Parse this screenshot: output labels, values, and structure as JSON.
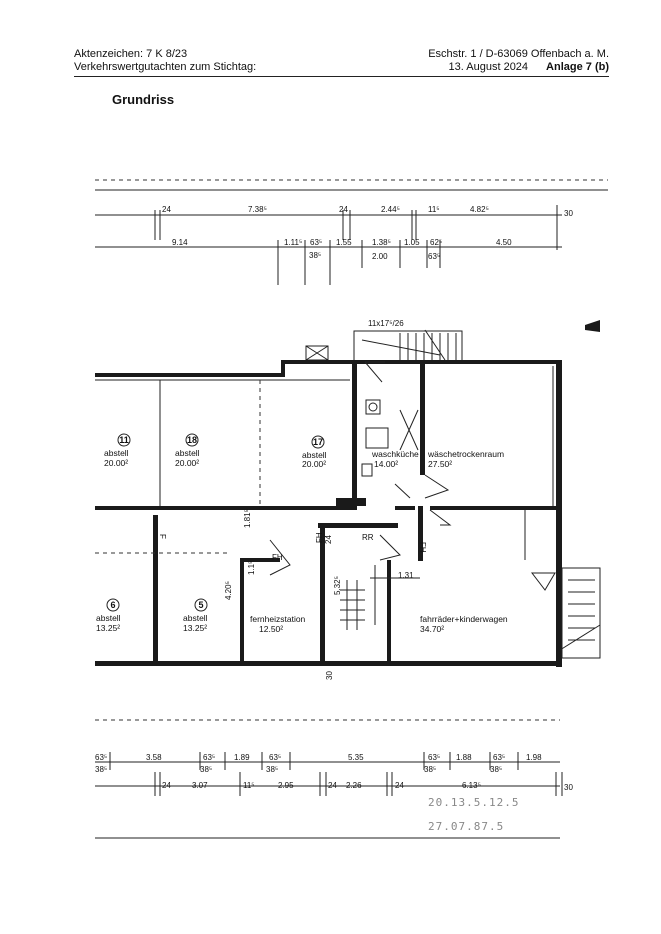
{
  "header": {
    "case_number": "Aktenzeichen: 7 K 8/23",
    "report_title": "Verkehrswertgutachten zum Stichtag:",
    "address": "Eschstr. 1 / D-63069 Offenbach a. M.",
    "date": "13. August 2024",
    "annex": "Anlage 7 (b)"
  },
  "section_title": "Grundriss",
  "rooms": [
    {
      "num": "11",
      "name": "abstell",
      "area": "20.00²"
    },
    {
      "num": "18",
      "name": "abstell",
      "area": "20.00²"
    },
    {
      "num": "17",
      "name": "abstell",
      "area": "20.00²"
    },
    {
      "num": "",
      "name": "waschküche",
      "area": "14.00²"
    },
    {
      "num": "",
      "name": "wäschetrockenraum",
      "area": "27.50²"
    },
    {
      "num": "6",
      "name": "abstell",
      "area": "13.25²"
    },
    {
      "num": "5",
      "name": "abstell",
      "area": "13.25²"
    },
    {
      "num": "",
      "name": "fernheizstation",
      "area": "12.50²"
    },
    {
      "num": "",
      "name": "fahrräder+kinderwagen",
      "area": "34.70²"
    }
  ],
  "stair_label": "11x17⁵/26",
  "symbols": {
    "fh1": "FH",
    "fh2": "FH",
    "fh3": "FH",
    "rr": "RR",
    "f": "F"
  },
  "inner_dims": {
    "d1": "1.81⁵",
    "d2": "1.31",
    "d3": "5.32⁵",
    "d4": "4.20⁵",
    "d5": "1.1⁵",
    "d6": "24",
    "d7": "30"
  },
  "top_dims_row1": [
    "24",
    "7.38⁵",
    "24",
    "2.44⁵",
    "11⁵",
    "4.82⁵",
    "30"
  ],
  "top_dims_row2": [
    "9.14",
    "1.11⁵",
    "63⁵",
    "1.55",
    "1.38⁵",
    "1.05",
    "62⁵",
    "4.50"
  ],
  "top_dims_row3": [
    "38⁵",
    "2.00",
    "63⁵"
  ],
  "bottom_dims_row1": [
    "63⁵",
    "3.58",
    "63⁵",
    "1.89",
    "63⁵",
    "5.35",
    "63⁵",
    "1.88",
    "63⁵",
    "1.98"
  ],
  "bottom_dims_row1b": [
    "38⁵",
    "38⁵",
    "38⁵",
    "38⁵",
    "38⁵"
  ],
  "bottom_dims_row2": [
    "24",
    "3.07",
    "11⁵",
    "2.95",
    "24",
    "2.26",
    "24",
    "6.13⁵",
    "30"
  ],
  "faint_stamp": [
    "20.13.5.12.5",
    "27.07.87.5"
  ]
}
